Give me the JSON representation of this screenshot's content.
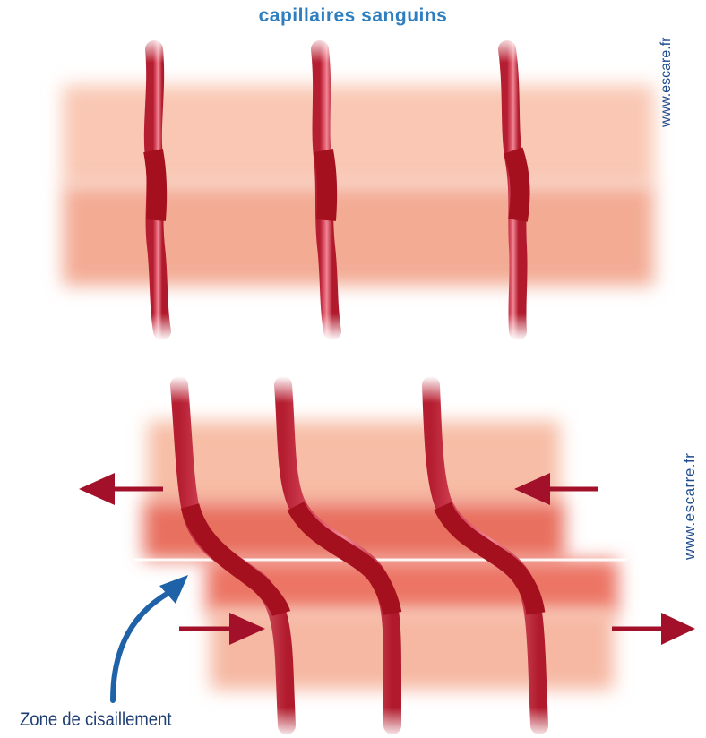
{
  "diagram": {
    "title": "capillaires sanguins",
    "watermark_top": "www.escare.fr",
    "watermark_bottom": "www.escarre.fr",
    "shear_zone_label": "Zone de cisaillement",
    "colors": {
      "title": "#2f7fc0",
      "watermark": "#1f4c8f",
      "label": "#1f3f73",
      "tissue_light": "#f8c6b2",
      "tissue_mid": "#f2a58f",
      "tissue_dark": "#e65a4e",
      "capillary": "#c9283a",
      "capillary_dark": "#a3111f",
      "arrow_red": "#a3102a",
      "arrow_blue": "#1f62a8"
    },
    "icons": [
      "arrow-left-icon",
      "arrow-right-icon",
      "curved-pointer-arrow-icon"
    ]
  }
}
